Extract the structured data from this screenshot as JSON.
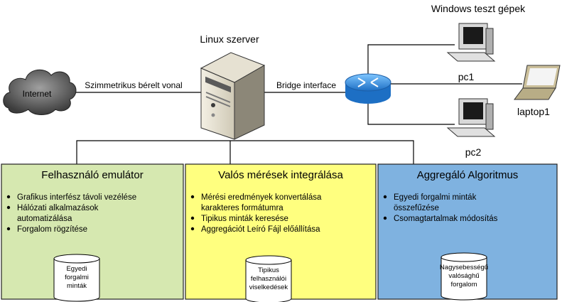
{
  "labels": {
    "internet": "Internet",
    "link": "Szimmetrikus bérelt vonal",
    "server_title": "Linux szerver",
    "bridge": "Bridge interface",
    "windows_title": "Windows teszt gépek",
    "pc1": "pc1",
    "pc2": "pc2",
    "laptop": "laptop1"
  },
  "boxes": [
    {
      "title": "Felhasználó emulátor",
      "color": "#d6e8b0",
      "items": [
        "Grafikus interfész távoli vezélése",
        "Hálózati alkalmazások",
        "automatizálása",
        "Forgalom rögzítése"
      ],
      "bullets": [
        true,
        true,
        false,
        true
      ],
      "db": [
        "Egyedi",
        "forgalmi",
        "minták"
      ]
    },
    {
      "title": "Valós mérések integrálása",
      "color": "#ffff7f",
      "items": [
        "Mérési eredmények konvertálása",
        "karakteres formátumra",
        "Tipikus minták keresése",
        "Aggregációt Leíró Fájl előállítása"
      ],
      "bullets": [
        true,
        false,
        true,
        true
      ],
      "db": [
        "Tipikus",
        "felhasználói",
        "viselkedések"
      ]
    },
    {
      "title": "Aggregáló Algoritmus",
      "color": "#7fb2e0",
      "items": [
        "Egyedi forgalmi minták",
        "összefűzése",
        "Csomagtartalmak módosítás"
      ],
      "bullets": [
        true,
        false,
        true
      ],
      "db": [
        "Nagysebességű",
        "valósághű",
        "forgalom"
      ]
    }
  ]
}
